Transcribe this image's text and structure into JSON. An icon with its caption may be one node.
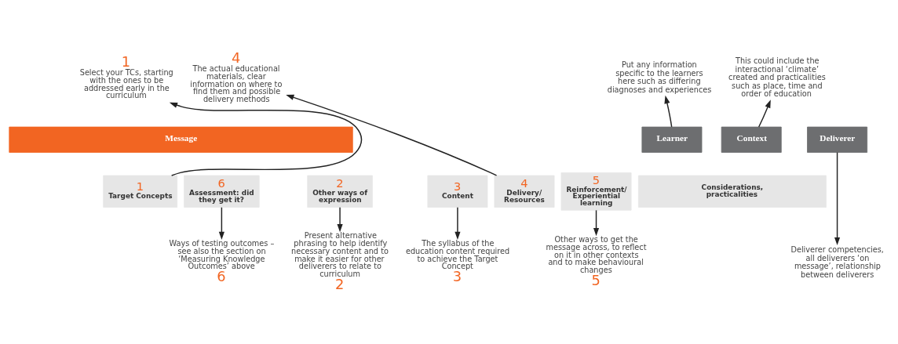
{
  "diagram": {
    "nodes": [
      {
        "text": [
          "1",
          "Select your TCs, starting with the ones to be addressed early in the curriculum"
        ]
      },
      {
        "text": [
          "4",
          "The actual educational materials, clear information on where to find them and possible delivery methods"
        ]
      },
      {
        "text": [
          "Put any information specific to the learners here such as differing diagnoses and experiences"
        ]
      },
      {
        "text": [
          "This could include the interactional ‘climate’ created and practicalities such as place, time and order of education"
        ]
      },
      {
        "text": [
          "Message"
        ]
      },
      {
        "text": [
          "Learner"
        ]
      },
      {
        "text": [
          "Context"
        ]
      },
      {
        "text": [
          "Deliverer"
        ]
      },
      {
        "text": [
          "1",
          "Target Concepts"
        ]
      },
      {
        "text": [
          "2",
          "Other ways of expression"
        ]
      },
      {
        "text": [
          "3",
          "Content"
        ]
      },
      {
        "text": [
          "4",
          "Delivery/ Resources"
        ]
      },
      {
        "text": [
          "5",
          "Reinforcement/ Experiential learning"
        ]
      },
      {
        "text": [
          "6",
          "Assessment: did they get it?"
        ]
      },
      {
        "text": [
          "Considerations, practicalities"
        ]
      },
      {
        "text": [
          "Present alternative phrasing to help identify necessary content and to make it easier for other deliverers to relate to curriculum",
          "2"
        ]
      },
      {
        "text": [
          "The syllabus of the education content required to achieve the Target Concept",
          "3"
        ]
      },
      {
        "text": [
          "Other ways to get the message across, to reflect on it in other contexts and to make behavioural changes",
          "5"
        ]
      },
      {
        "text": [
          "Ways of testing outcomes – see also the section on ‘Measuring Knowledge Outcomes’ above",
          "6"
        ]
      },
      {
        "text": [
          "Deliverer competencies, all deliverers ‘on message’, relationship between deliverers"
        ]
      }
    ],
    "edges": [
      {
        "from": 8,
        "to": 0,
        "arrow": "to"
      },
      {
        "from": 11,
        "to": 1,
        "arrow": "to"
      },
      {
        "from": 5,
        "to": 2,
        "arrow": "to"
      },
      {
        "from": 6,
        "to": 3,
        "arrow": "to"
      },
      {
        "from": 7,
        "to": 19,
        "arrow": "to"
      },
      {
        "from": 9,
        "to": 15,
        "arrow": "to"
      },
      {
        "from": 10,
        "to": 16,
        "arrow": "to"
      },
      {
        "from": 12,
        "to": 17,
        "arrow": "to"
      },
      {
        "from": 13,
        "to": 18,
        "arrow": "to"
      }
    ]
  }
}
